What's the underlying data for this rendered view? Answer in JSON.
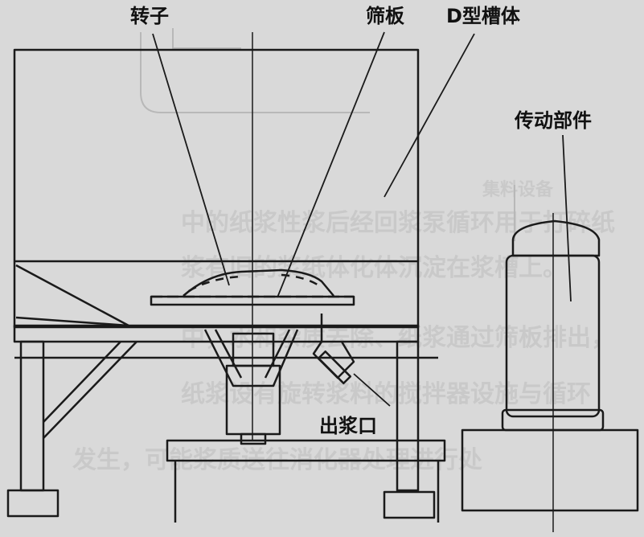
{
  "labels": {
    "rotor": "转子",
    "screen_plate": "筛板",
    "d_tank": "D型槽体",
    "drive_unit": "传动部件",
    "pulp_outlet": "出浆口"
  },
  "colors": {
    "background": "#d9d9d9",
    "ink": "#1a1a1a",
    "ghost_text": "#bfbfbf"
  },
  "bleed_through_text": [
    "集料设备",
    "中的纸浆性浆后经回浆泵循环用于打碎纸",
    "浆有旧的浆纸体化体沉淀在浆槽上。",
    "中，水和杂质去除、纸浆通过筛板排出，",
    "纸浆设有旋转浆料的搅拌器设施与循环",
    "发生，可能浆质送往消化器处理进行处"
  ]
}
